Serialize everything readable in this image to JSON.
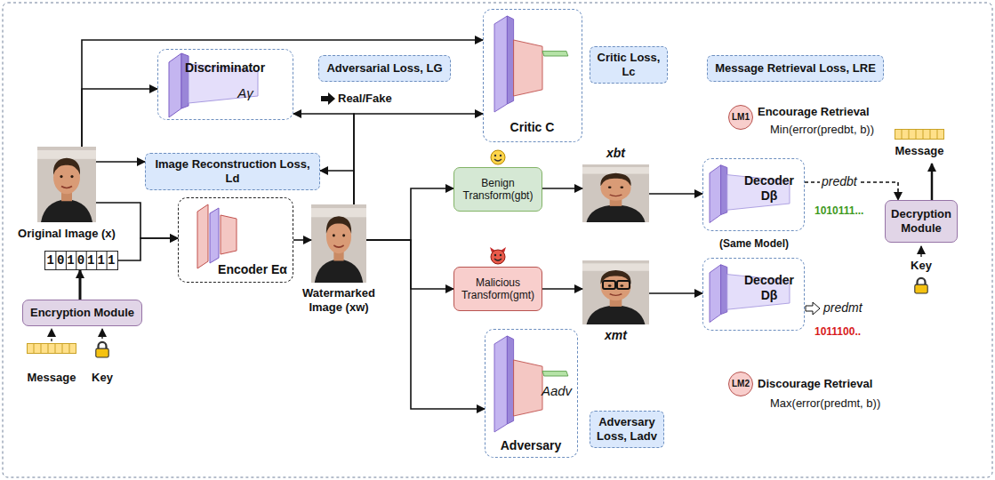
{
  "diagram": {
    "nodes": [
      {
        "text": [
          "Discriminator",
          "Aγ"
        ]
      },
      {
        "text": [
          "Adversarial Loss, LG"
        ]
      },
      {
        "text": [
          "Critic C"
        ]
      },
      {
        "text": [
          "Critic Loss, Lc"
        ]
      },
      {
        "text": [
          "Message Retrieval Loss, LRE"
        ]
      },
      {
        "text": [
          "Original Image (x)"
        ]
      },
      {
        "text": [
          "Image Reconstruction Loss, Ld"
        ]
      },
      {
        "text": [
          "Encoder Eα"
        ]
      },
      {
        "text": [
          "Watermarked Image (xw)"
        ]
      },
      {
        "text": [
          "1010111"
        ]
      },
      {
        "text": [
          "Encryption Module"
        ]
      },
      {
        "text": [
          "LM1"
        ]
      },
      {
        "text": [
          "Benign Transform(gbt)"
        ]
      },
      {
        "text": [
          "xbt"
        ]
      },
      {
        "text": [
          "Decoder Dβ"
        ]
      },
      {
        "text": [
          "Decryption Module"
        ]
      },
      {
        "text": [
          "Malicious Transform(gmt)"
        ]
      },
      {
        "text": [
          "xmt"
        ]
      },
      {
        "text": [
          "Decoder Dβ"
        ]
      },
      {
        "text": [
          "Aadv",
          "Adversary"
        ]
      },
      {
        "text": [
          "Adversary Loss, Ladv"
        ]
      },
      {
        "text": [
          "LM2"
        ]
      }
    ],
    "edges": [
      {
        "from": 5,
        "to": 2,
        "arrow": "to"
      },
      {
        "from": 5,
        "to": 0,
        "arrow": "to"
      },
      {
        "from": 5,
        "to": 6,
        "arrow": "to"
      },
      {
        "from": 5,
        "to": 7,
        "arrow": "to"
      },
      {
        "from": 9,
        "to": 7,
        "arrow": "to"
      },
      {
        "from": 10,
        "to": 9,
        "arrow": "to"
      },
      {
        "from": 7,
        "to": 8,
        "arrow": "to"
      },
      {
        "from": 8,
        "to": 0,
        "arrow": "to"
      },
      {
        "from": 8,
        "to": 2,
        "arrow": "to"
      },
      {
        "from": 8,
        "to": 6,
        "arrow": "to"
      },
      {
        "from": 8,
        "to": 12,
        "arrow": "to"
      },
      {
        "from": 8,
        "to": 16,
        "arrow": "to"
      },
      {
        "from": 8,
        "to": 19,
        "arrow": "to"
      },
      {
        "from": 12,
        "to": 13,
        "arrow": "to"
      },
      {
        "from": 16,
        "to": 17,
        "arrow": "to"
      },
      {
        "from": 13,
        "to": 14,
        "arrow": "to"
      },
      {
        "from": 17,
        "to": 18,
        "arrow": "to"
      },
      {
        "from": 14,
        "to": 15,
        "label": "predbt",
        "arrow": "to"
      }
    ],
    "labels": [
      "Real/Fake",
      "Message",
      "Key",
      "Encourage Retrieval",
      "Min(error(predbt, b))",
      "1010111...",
      "(Same Model)",
      "predmt",
      "1011100..",
      "Message",
      "Key",
      "Discourage Retrieval",
      "Max(error(predmt, b))"
    ]
  }
}
